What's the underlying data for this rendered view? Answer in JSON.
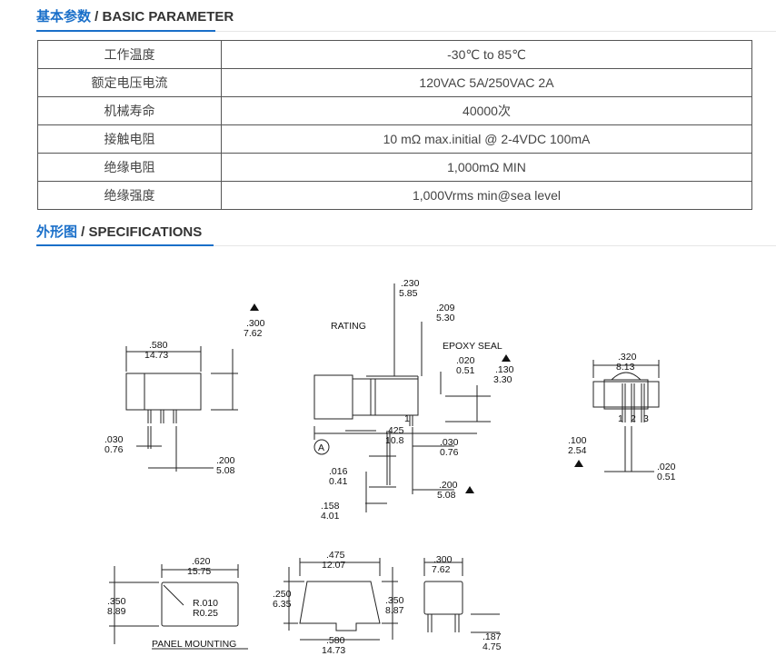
{
  "sections": {
    "basic": {
      "cn": "基本参数",
      "en": " / BASIC PARAMETER"
    },
    "spec": {
      "cn": "外形图",
      "en": " / SPECIFICATIONS"
    }
  },
  "params": [
    {
      "label": "工作温度",
      "value": "-30℃ to 85℃"
    },
    {
      "label": "额定电压电流",
      "value": "120VAC 5A/250VAC 2A"
    },
    {
      "label": "机械寿命",
      "value": "40000次"
    },
    {
      "label": "接触电阻",
      "value": "10 mΩ max.initial @ 2-4VDC 100mA"
    },
    {
      "label": "绝缘电阻",
      "value": "1,000mΩ MIN"
    },
    {
      "label": "绝缘强度",
      "value": "1,000Vrms min@sea level"
    }
  ],
  "dims": {
    "front_w_in": ".580",
    "front_w_mm": "14.73",
    "front_h_in": ".300",
    "front_h_mm": "7.62",
    "pin_w_in": ".030",
    "pin_w_mm": "0.76",
    "pin_p_in": ".200",
    "pin_p_mm": "5.08",
    "side_a_in": ".230",
    "side_a_mm": "5.85",
    "side_b_in": ".209",
    "side_b_mm": "5.30",
    "rating": "RATING",
    "epoxy": "EPOXY SEAL",
    "side_c_in": ".020",
    "side_c_mm": "0.51",
    "side_d_in": ".130",
    "side_d_mm": "3.30",
    "side_e_in": ".425",
    "side_e_mm": "10.8",
    "side_f_in": ".030",
    "side_f_mm": "0.76",
    "side_g_in": ".016",
    "side_g_mm": "0.41",
    "side_h_in": ".200",
    "side_h_mm": "5.08",
    "side_i_in": ".158",
    "side_i_mm": "4.01",
    "circle_a": "A",
    "pin_one": "1",
    "end_w_in": ".320",
    "end_w_mm": "8.13",
    "end_p_in": ".100",
    "end_p_mm": "2.54",
    "end_t_in": ".020",
    "end_t_mm": "0.51",
    "pins": [
      "1",
      "2",
      "3"
    ],
    "panel_w_in": ".620",
    "panel_w_mm": "15.75",
    "panel_h_in": ".350",
    "panel_h_mm": "8.89",
    "panel_r_in": "R.010",
    "panel_r_mm": "R0.25",
    "panel_label": "PANEL  MOUNTING",
    "act_w_in": ".475",
    "act_w_mm": "12.07",
    "act_h_in": ".250",
    "act_h_mm": "6.35",
    "act_h2_in": ".350",
    "act_h2_mm": "8.87",
    "act_b_in": ".580",
    "act_b_mm": "14.73",
    "act_s_in": ".300",
    "act_s_mm": "7.62",
    "act_t_in": ".187",
    "act_t_mm": "4.75"
  }
}
